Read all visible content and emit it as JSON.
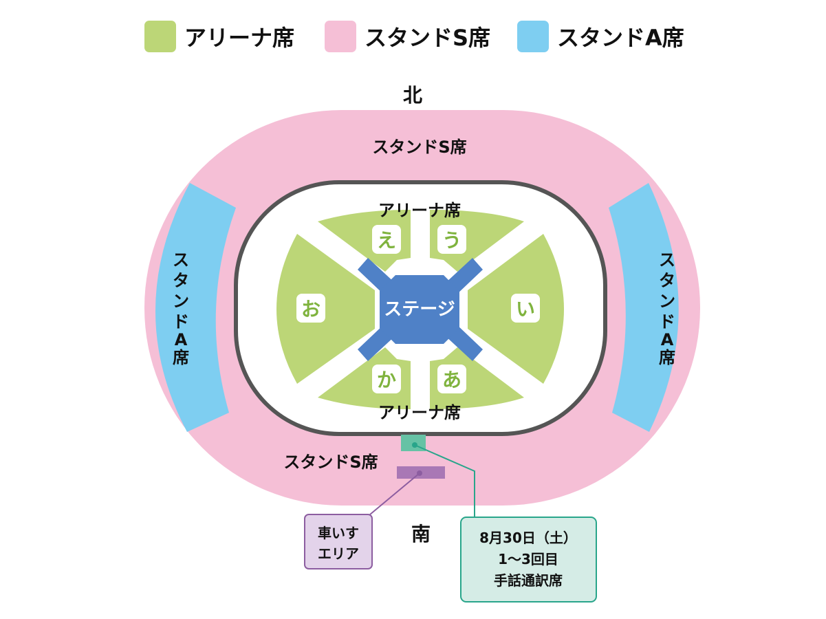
{
  "colors": {
    "arena": "#bcd677",
    "stand_s": "#f5bfd6",
    "stand_a": "#7ecef1",
    "stage": "#4f81c7",
    "sign_language": "#66c2a5",
    "wheelchair": "#a978b5",
    "kana_text": "#7fb33e"
  },
  "legend": [
    {
      "label": "アリーナ席",
      "color_key": "arena"
    },
    {
      "label": "スタンドS席",
      "color_key": "stand_s"
    },
    {
      "label": "スタンドA席",
      "color_key": "stand_a"
    }
  ],
  "map": {
    "north": "北",
    "south": "南",
    "stand_s_top": "スタンドS席",
    "stand_s_bottom": "スタンドS席",
    "stand_a_left": [
      "ス",
      "タ",
      "ン",
      "ド",
      "A",
      "席"
    ],
    "stand_a_right": [
      "ス",
      "タ",
      "ン",
      "ド",
      "A",
      "席"
    ],
    "arena_top": "アリーナ席",
    "arena_bottom": "アリーナ席",
    "stage": "ステージ",
    "blocks": {
      "e": "え",
      "u": "う",
      "o": "お",
      "i": "い",
      "ka": "か",
      "a": "あ"
    }
  },
  "callouts": {
    "wheelchair": [
      "車いす",
      "エリア"
    ],
    "sign_language": [
      "8月30日（土）",
      "1〜3回目",
      "手話通訳席"
    ]
  }
}
